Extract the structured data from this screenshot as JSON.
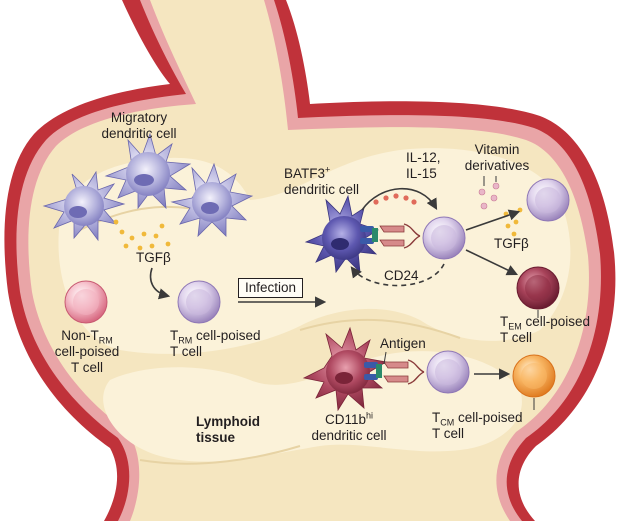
{
  "labels": {
    "migratory_dc_line1": "Migratory",
    "migratory_dc_line2": "dendritic cell",
    "tgfb_left": "TGFβ",
    "non_trm_prefix": "Non-T",
    "non_trm_sub": "RM",
    "non_trm_line2": "cell-poised",
    "non_trm_line3": "T cell",
    "trm_prefix": "T",
    "trm_sub": "RM",
    "trm_suffix": " cell-poised",
    "trm_line2": "T cell",
    "infection": "Infection",
    "batf3_prefix": "BATF3",
    "batf3_sup": "+",
    "batf3_line2": "dendritic cell",
    "il12": "IL-12,",
    "il15": "IL-15",
    "cd24": "CD24",
    "vitamin_line1": "Vitamin",
    "vitamin_line2": "derivatives",
    "tgfb_right": "TGFβ",
    "tem_prefix": "T",
    "tem_sub": "EM",
    "tem_suffix": " cell-poised",
    "tem_line2": "T cell",
    "antigen": "Antigen",
    "cd11b_prefix": "CD11b",
    "cd11b_sup": "hi",
    "cd11b_line2": "dendritic cell",
    "tcm_prefix": "T",
    "tcm_sub": "CM",
    "tcm_suffix": " cell-poised",
    "tcm_line2": "T cell",
    "lymphoid_line1": "Lymphoid",
    "lymphoid_line2": "tissue"
  },
  "colors": {
    "tissue_fill": "#f6e9c6",
    "tissue_inner": "#fbf3dc",
    "wall_outer": "#c0323a",
    "wall_inner": "#e6a0a2",
    "dc_purple": "#9a9ad0",
    "dc_purple_core": "#5a5aa8",
    "dc_dark_red": "#a8435a",
    "tcell_lavender": "#c9b6dc",
    "tcell_pink": "#f0a2b0",
    "tcell_maroon": "#8a2a40",
    "tcell_orange": "#f4a04a",
    "cytokine_yellow": "#f0b93a",
    "cytokine_red": "#e06a5a",
    "vitamin_pink": "#e9b6c8"
  }
}
